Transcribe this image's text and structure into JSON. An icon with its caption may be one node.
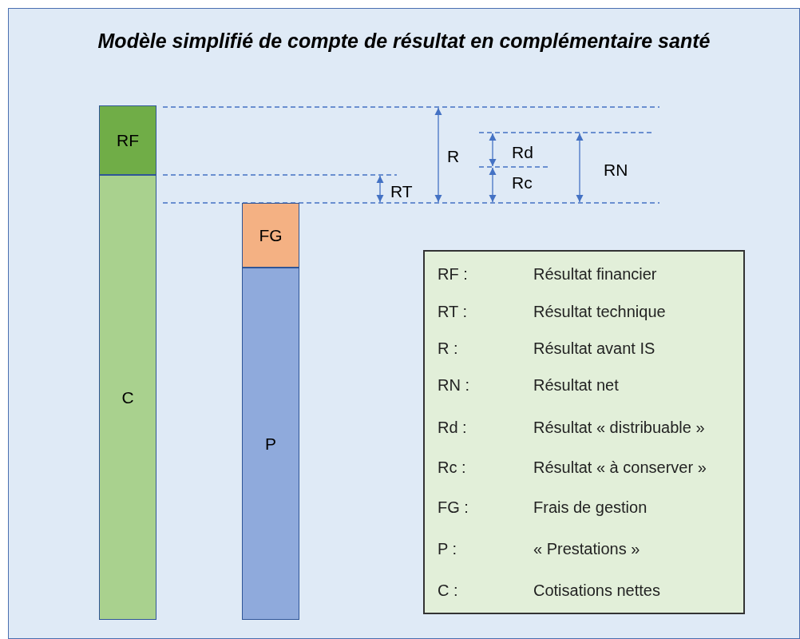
{
  "diagram": {
    "title": "Modèle simplifié de compte de résultat en complémentaire santé",
    "nodes": [
      {
        "text": [
          "RF"
        ]
      },
      {
        "text": [
          "C"
        ]
      },
      {
        "text": [
          "FG"
        ]
      },
      {
        "text": [
          "P"
        ]
      }
    ],
    "labels": [
      "R",
      "Rd",
      "RN",
      "Rc",
      "RT",
      "RF :",
      "Résultat financier",
      "RT :",
      "Résultat technique",
      "R :",
      "Résultat avant IS",
      "RN :",
      "Résultat net",
      "Rd :",
      "Résultat « distribuable »",
      "Rc :",
      "Résultat « à conserver »",
      "FG :",
      "Frais de gestion",
      "P :",
      "« Prestations »",
      "C :",
      "Cotisations nettes"
    ]
  }
}
